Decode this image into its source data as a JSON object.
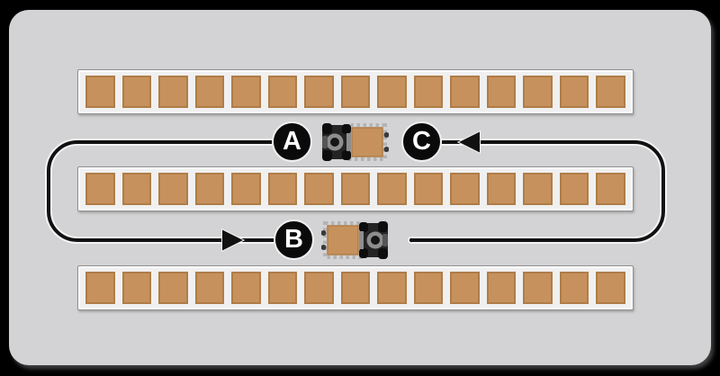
{
  "scene": {
    "stations": [
      {
        "id": "station-a",
        "label": "A"
      },
      {
        "id": "station-b",
        "label": "B"
      },
      {
        "id": "station-c",
        "label": "C"
      }
    ],
    "racks": [
      {
        "name": "rack-top",
        "slot_count": 15
      },
      {
        "name": "rack-middle",
        "slot_count": 15
      },
      {
        "name": "rack-bottom",
        "slot_count": 15
      }
    ],
    "vehicles": [
      {
        "name": "forklift-unit-top",
        "facing": "left",
        "load": "pallet"
      },
      {
        "name": "forklift-unit-bottom",
        "facing": "right",
        "load": "pallet"
      }
    ],
    "route_arrows": [
      {
        "name": "arrow-top",
        "direction": "left"
      },
      {
        "name": "arrow-bottom",
        "direction": "right"
      }
    ],
    "colors": {
      "background": "#000000",
      "floor": "#d3d3d5",
      "rack_fill": "#f0f0f0",
      "rack_border": "#919193",
      "slot_fill": "#c6915c",
      "slot_border": "#af7d48",
      "path": "#111111",
      "path_casing": "#f3f3f3",
      "station_fill": "#0a0a0a",
      "station_ring": "#f0f0f0",
      "station_text": "#ffffff",
      "truck_body": "#242424",
      "truck_wheel": "#0d0d0d",
      "truck_detail": "#8e8e8e",
      "pallet_ticks": "#b3b3b3",
      "pallet_nub": "#3a3a3a"
    }
  }
}
